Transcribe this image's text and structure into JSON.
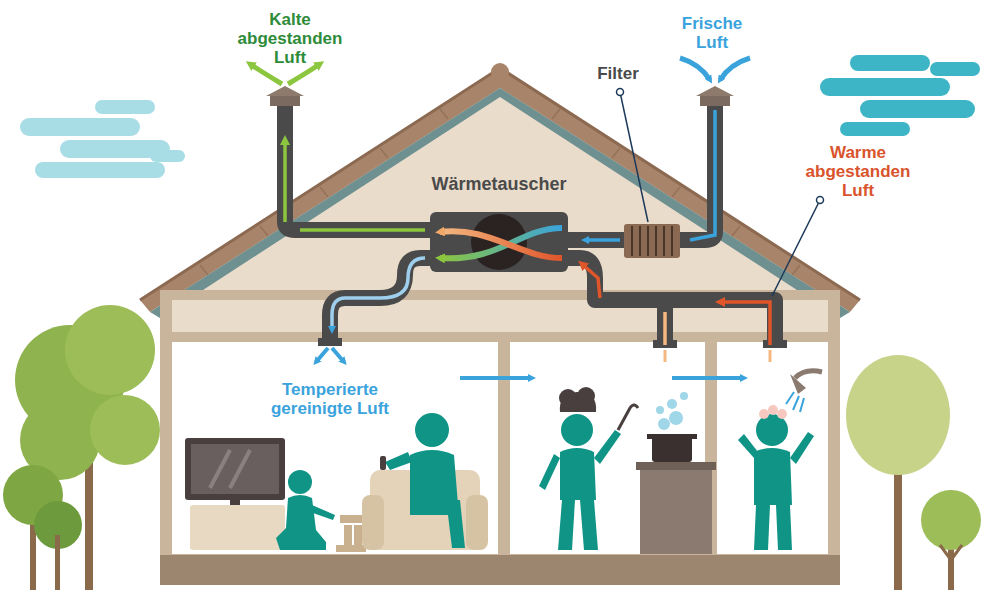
{
  "diagram": {
    "nodes": [
      {
        "text": [
          "Wärmetauscher"
        ]
      }
    ],
    "labels": [
      "Kalte abgestanden Luft",
      "Frische Luft",
      "Filter",
      "Warme abgestanden Luft",
      "Temperierte gereinigte Luft"
    ]
  }
}
